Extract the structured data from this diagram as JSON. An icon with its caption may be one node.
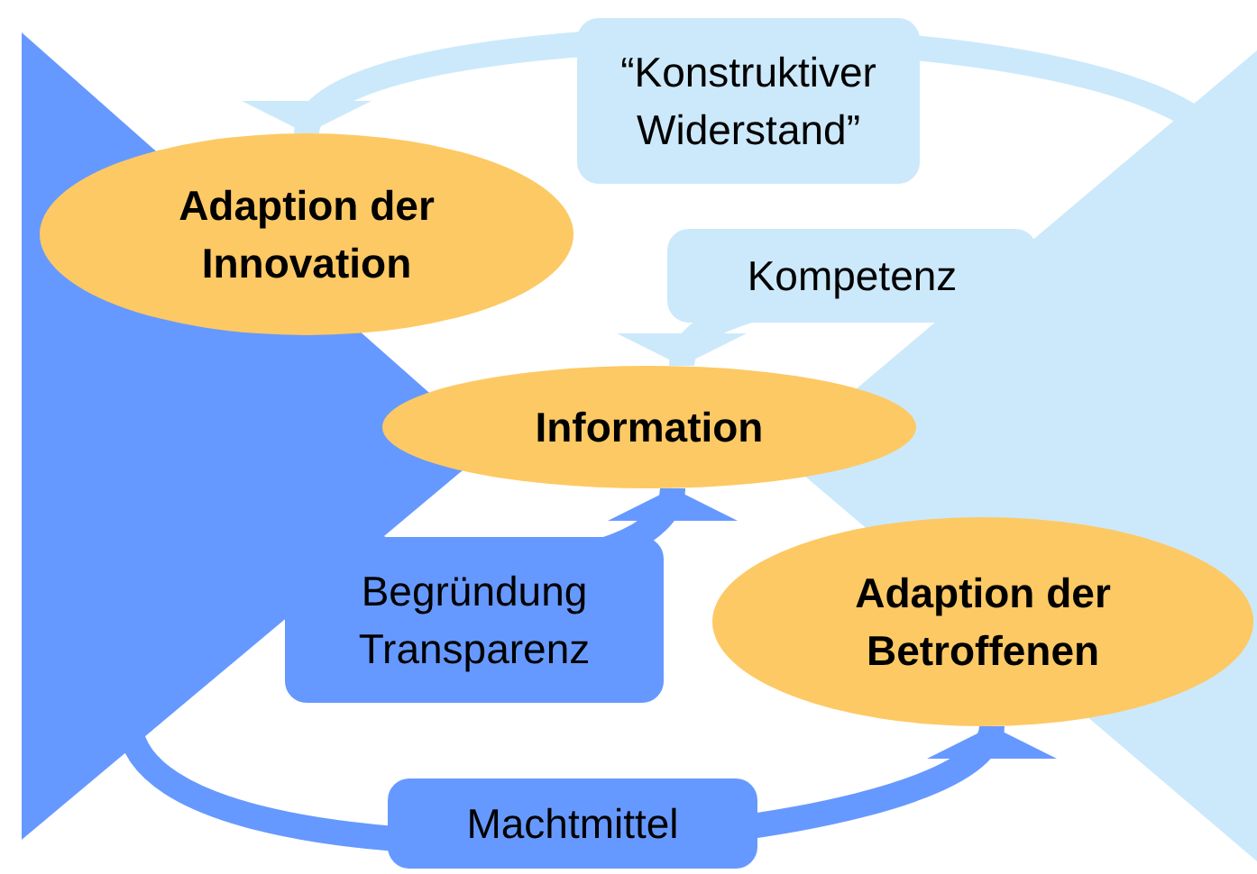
{
  "diagram": {
    "nodes": [
      {
        "text": [
          "Adaption der Innovation"
        ]
      },
      {
        "text": [
          "Information"
        ]
      },
      {
        "text": [
          "Adaption der Betroffenen"
        ]
      }
    ],
    "edges": [
      {
        "from": null,
        "to": 0,
        "arrow": "to",
        "label": "“Konstruktiver Widerstand”",
        "color": "#cce9fb"
      },
      {
        "from": null,
        "to": 1,
        "arrow": "to",
        "label": "Kompetenz",
        "color": "#cce9fb"
      },
      {
        "from": null,
        "to": 1,
        "arrow": "to",
        "label": "Begründung Transparenz",
        "color": "#6699ff"
      },
      {
        "from": null,
        "to": 2,
        "arrow": "to",
        "label": "Machtmittel",
        "color": "#6699ff"
      }
    ]
  }
}
